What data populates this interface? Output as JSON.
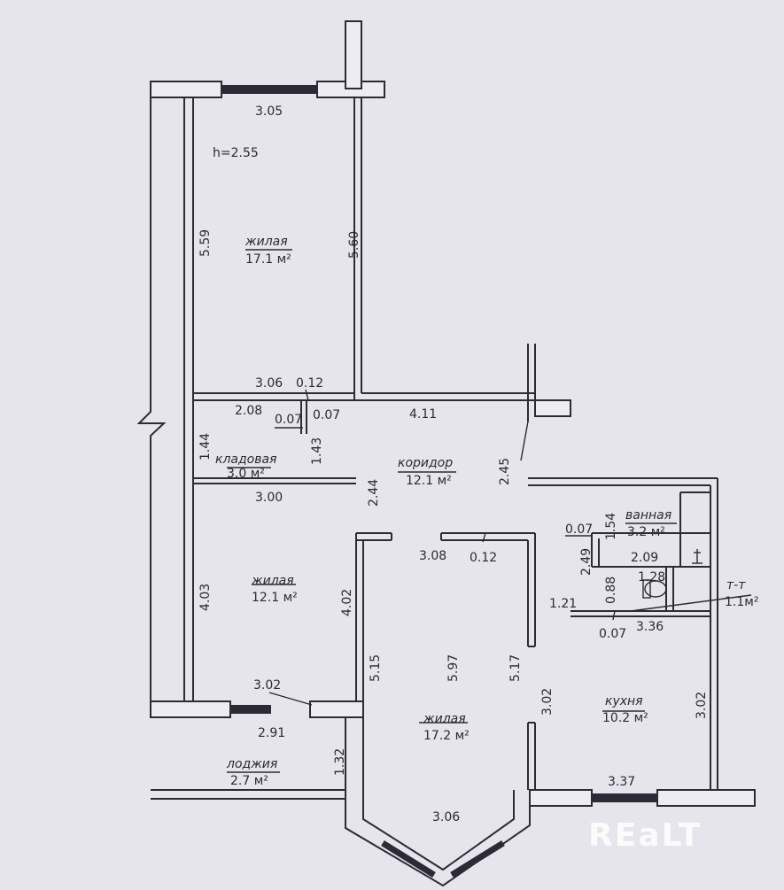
{
  "rooms": {
    "living1": {
      "name": "жилая",
      "area": "17.1 м²"
    },
    "storage": {
      "name": "кладовая",
      "area": "3.0  м²"
    },
    "corridor": {
      "name": "коридор",
      "area": "12.1 м²"
    },
    "bath": {
      "name": "ванная",
      "area": "3.2  м²"
    },
    "living2": {
      "name": "жилая",
      "area": "12.1 м²"
    },
    "wc": {
      "name": "т-т",
      "area": "1.1м²"
    },
    "living3": {
      "name": "жилая",
      "area": "17.2 м²"
    },
    "kitchen": {
      "name": "кухня",
      "area": "10.2 м²"
    },
    "loggia": {
      "name": "лоджия",
      "area": "2.7  м²"
    }
  },
  "height": "h=2.55",
  "dims": {
    "d305": "3.05",
    "d559": "5.59",
    "d560": "5.60",
    "d306": "3.06",
    "d012a": "0.12",
    "d208": "2.08",
    "d007a": "0.07",
    "d007b": "0.07",
    "d411": "4.11",
    "d144": "1.44",
    "d143": "1.43",
    "d245": "2.45",
    "d300": "3.00",
    "d244": "2.44",
    "d007c": "0.07",
    "d154": "1.54",
    "d308": "3.08",
    "d012b": "0.12",
    "d249": "2.49",
    "d209": "2.09",
    "d128": "1.28",
    "d403": "4.03",
    "d402": "4.02",
    "d121": "1.21",
    "d088": "0.88",
    "d007d": "0.07",
    "d336": "3.36",
    "d515": "5.15",
    "d597": "5.97",
    "d517": "5.17",
    "d302a": "3.02",
    "d302b": "3.02",
    "d302c": "3.02",
    "d291": "2.91",
    "d132": "1.32",
    "d337": "3.37",
    "d306b": "3.06"
  },
  "watermark": "REaLT"
}
